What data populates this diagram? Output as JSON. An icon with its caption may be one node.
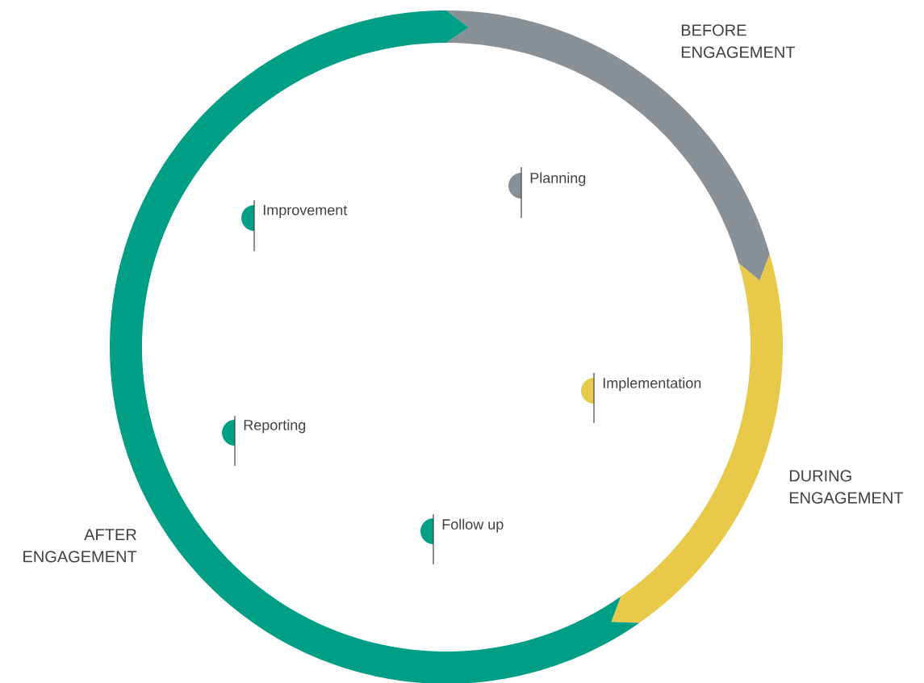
{
  "diagram": {
    "nodes": [
      {
        "text": [
          "Planning"
        ]
      },
      {
        "text": [
          "Improvement"
        ]
      },
      {
        "text": [
          "Implementation"
        ]
      },
      {
        "text": [
          "Reporting"
        ]
      },
      {
        "text": [
          "Follow up"
        ]
      }
    ],
    "labels": [
      "BEFORE ENGAGEMENT",
      "DURING ENGAGEMENT",
      "AFTER ENGAGEMENT"
    ]
  }
}
